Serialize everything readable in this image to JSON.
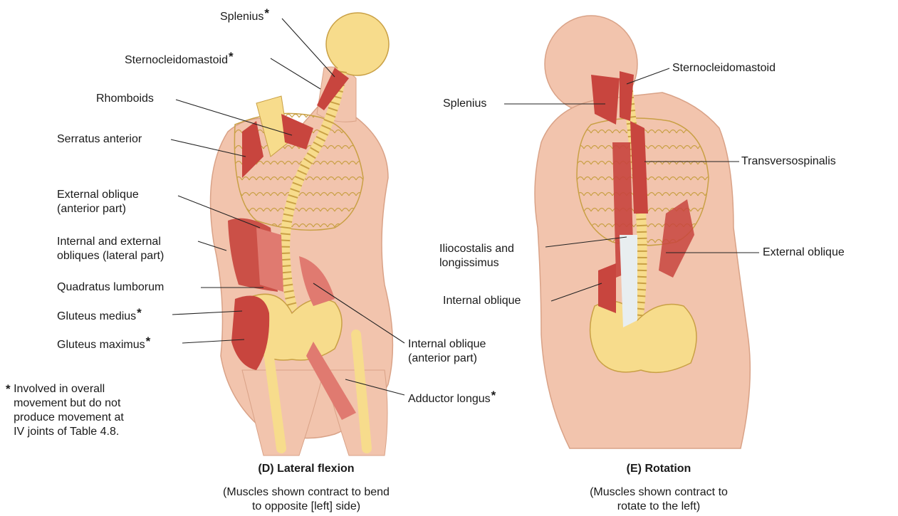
{
  "colors": {
    "skin": "#f2c4ad",
    "skin_outline": "#d9a287",
    "bone": "#f7dc8c",
    "bone_outline": "#c9a045",
    "muscle": "#c8453e",
    "muscle_light": "#e07a70",
    "tendon": "#e8eef0",
    "leader": "#222222"
  },
  "panel_d": {
    "title": "(D) Lateral flexion",
    "subtitle_line1": "(Muscles shown contract to bend",
    "subtitle_line2": "to opposite [left] side)",
    "labels": {
      "splenius": "Splenius",
      "sternocleidomastoid": "Sternocleidomastoid",
      "rhomboids": "Rhomboids",
      "serratus_anterior": "Serratus anterior",
      "external_oblique_line1": "External oblique",
      "external_oblique_line2": "(anterior part)",
      "int_ext_obliques_line1": "Internal and external",
      "int_ext_obliques_line2": "obliques (lateral part)",
      "quadratus_lumborum": "Quadratus lumborum",
      "gluteus_medius": "Gluteus medius",
      "gluteus_maximus": "Gluteus maximus",
      "internal_oblique_line1": "Internal oblique",
      "internal_oblique_line2": "(anterior part)",
      "adductor_longus": "Adductor longus"
    },
    "asterisk": "*"
  },
  "panel_e": {
    "title": "(E) Rotation",
    "subtitle_line1": "(Muscles shown contract to",
    "subtitle_line2": "rotate to the left)",
    "labels": {
      "sternocleidomastoid": "Sternocleidomastoid",
      "splenius": "Splenius",
      "transversospinalis": "Transversospinalis",
      "iliocostalis_line1": "Iliocostalis and",
      "iliocostalis_line2": "longissimus",
      "external_oblique": "External oblique",
      "internal_oblique": "Internal oblique"
    }
  },
  "footnote": {
    "marker": "*",
    "line1": "Involved in overall",
    "line2": "movement but do not",
    "line3": "produce movement at",
    "line4": "IV joints of Table 4.8."
  }
}
